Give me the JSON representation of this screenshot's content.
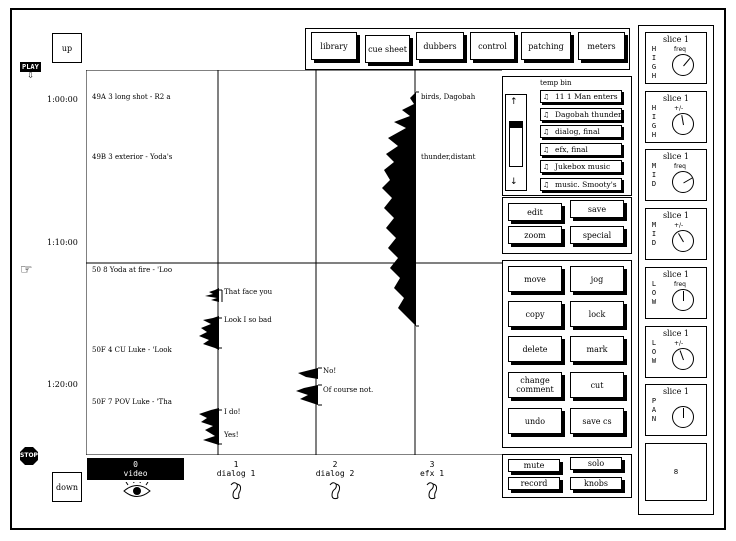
{
  "nav": {
    "up_label": "up",
    "down_label": "down",
    "play_label": "PLAY",
    "stop_label": "STOP"
  },
  "tabs": [
    {
      "label": "library"
    },
    {
      "label": "cue sheet",
      "active": true
    },
    {
      "label": "dubbers"
    },
    {
      "label": "control"
    },
    {
      "label": "patching"
    },
    {
      "label": "meters"
    }
  ],
  "timeline": {
    "times": [
      "1:00:00",
      "1:10:00",
      "1:20:00"
    ],
    "cues": [
      "49A 3 long shot - R2 a",
      "49B 3 exterior - Yoda's",
      "50 8 Yoda at fire - 'Loo",
      "50F 4 CU Luke - 'Look",
      "50F 7 POV Luke - 'Tha"
    ],
    "dialog1_labels": [
      "That face you",
      "Look I so bad",
      "I do!",
      "Yes!"
    ],
    "dialog2_labels": [
      "No!",
      "Of course not."
    ],
    "efx_labels": [
      "birds, Dagobah",
      "thunder,distant"
    ]
  },
  "tracks": [
    {
      "number": "0",
      "name": "video",
      "selected": true,
      "icon": "eye-icon"
    },
    {
      "number": "1",
      "name": "dialog 1",
      "icon": "ear-icon"
    },
    {
      "number": "2",
      "name": "dialog 2",
      "icon": "ear-icon"
    },
    {
      "number": "3",
      "name": "efx 1",
      "icon": "ear-icon"
    }
  ],
  "temp_bin": {
    "title": "temp bin",
    "items": [
      "11 1 Man enters",
      "Dagobah thunder",
      "dialog, final",
      "efx, final",
      "Jukebox music",
      "music. Smooty's"
    ]
  },
  "edit_group": {
    "edit": "edit",
    "save": "save",
    "zoom": "zoom",
    "special": "special"
  },
  "ops": {
    "move": "move",
    "jog": "jog",
    "copy": "copy",
    "lock": "lock",
    "delete": "delete",
    "mark": "mark",
    "change": "change",
    "comment": "comment",
    "cut": "cut",
    "undo": "undo",
    "save_cs": "save cs"
  },
  "bottom_group": {
    "mute": "mute",
    "solo": "solo",
    "record": "record",
    "knobs": "knobs"
  },
  "slices": [
    {
      "label": "slice 1",
      "band": "HIGH",
      "param": "freq",
      "angle": 40
    },
    {
      "label": "slice 1",
      "band": "HIGH",
      "param": "+/-",
      "angle": -10
    },
    {
      "label": "slice 1",
      "band": "MID",
      "param": "freq",
      "angle": 60
    },
    {
      "label": "slice 1",
      "band": "MID",
      "param": "+/-",
      "angle": -30
    },
    {
      "label": "slice 1",
      "band": "LOW",
      "param": "freq",
      "angle": 0
    },
    {
      "label": "slice 1",
      "band": "LOW",
      "param": "+/-",
      "angle": -20
    },
    {
      "label": "slice 1",
      "band": "PAN",
      "param": "",
      "angle": 0
    }
  ],
  "slice_count": "8"
}
